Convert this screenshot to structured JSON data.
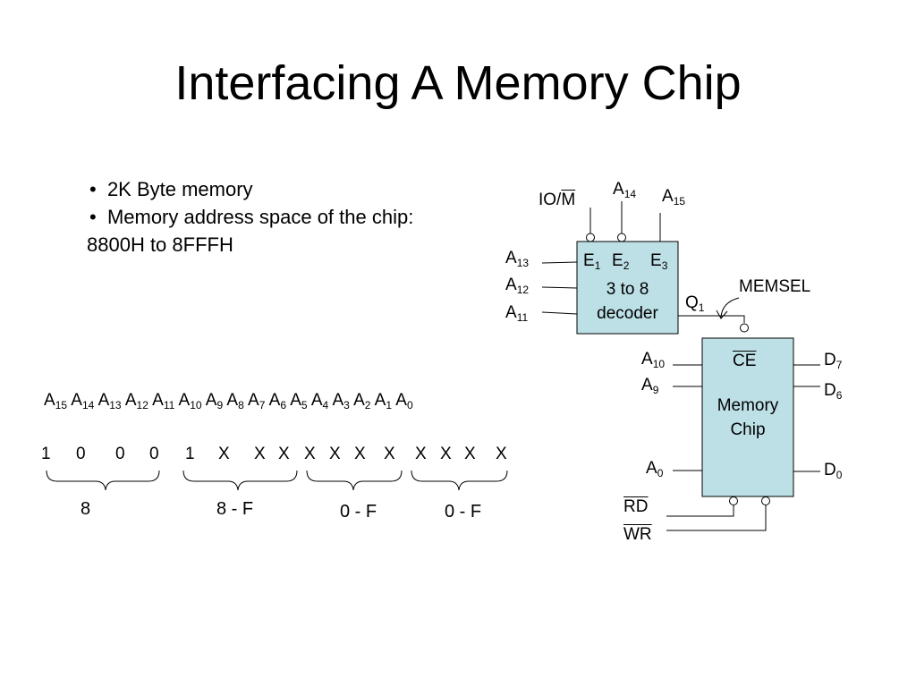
{
  "slide": {
    "title": "Interfacing A Memory Chip",
    "bullets": [
      "2K Byte memory",
      "Memory address space of the chip:"
    ],
    "range": "8800H to 8FFFH"
  },
  "decoder": {
    "io_m_prefix": "IO/",
    "io_m_bar": "M",
    "a14": "A",
    "a14_sub": "14",
    "a15": "A",
    "a15_sub": "15",
    "a13": "A",
    "a13_sub": "13",
    "a12": "A",
    "a12_sub": "12",
    "a11": "A",
    "a11_sub": "11",
    "e1": "E",
    "e1_sub": "1",
    "e2": "E",
    "e2_sub": "2",
    "e3": "E",
    "e3_sub": "3",
    "line1": "3 to 8",
    "line2": "decoder",
    "q1": "Q",
    "q1_sub": "1",
    "memsel": "MEMSEL"
  },
  "memory": {
    "ce": "CE",
    "line1": "Memory",
    "line2": "Chip",
    "a10": "A",
    "a10_sub": "10",
    "a9": "A",
    "a9_sub": "9",
    "a0": "A",
    "a0_sub": "0",
    "d7": "D",
    "d7_sub": "7",
    "d6": "D",
    "d6_sub": "6",
    "d0": "D",
    "d0_sub": "0",
    "rd": "RD",
    "wr": "WR"
  },
  "address": {
    "headers": [
      {
        "a": "A",
        "s": "15"
      },
      {
        "a": "A",
        "s": "14"
      },
      {
        "a": "A",
        "s": "13"
      },
      {
        "a": "A",
        "s": "12"
      },
      {
        "a": "A",
        "s": "11"
      },
      {
        "a": "A",
        "s": "10"
      },
      {
        "a": "A",
        "s": "9"
      },
      {
        "a": "A",
        "s": "8"
      },
      {
        "a": "A",
        "s": "7"
      },
      {
        "a": "A",
        "s": "6"
      },
      {
        "a": "A",
        "s": "5"
      },
      {
        "a": "A",
        "s": "4"
      },
      {
        "a": "A",
        "s": "3"
      },
      {
        "a": "A",
        "s": "2"
      },
      {
        "a": "A",
        "s": "1"
      },
      {
        "a": "A",
        "s": "0"
      }
    ],
    "bits": [
      "1",
      "0",
      "0",
      "0",
      "1",
      "X",
      "X",
      "X",
      "X",
      "X",
      "X",
      "X",
      "X",
      "X",
      "X",
      "X"
    ],
    "groups": [
      "8",
      "8 - F",
      "0 - F",
      "0 - F"
    ]
  }
}
